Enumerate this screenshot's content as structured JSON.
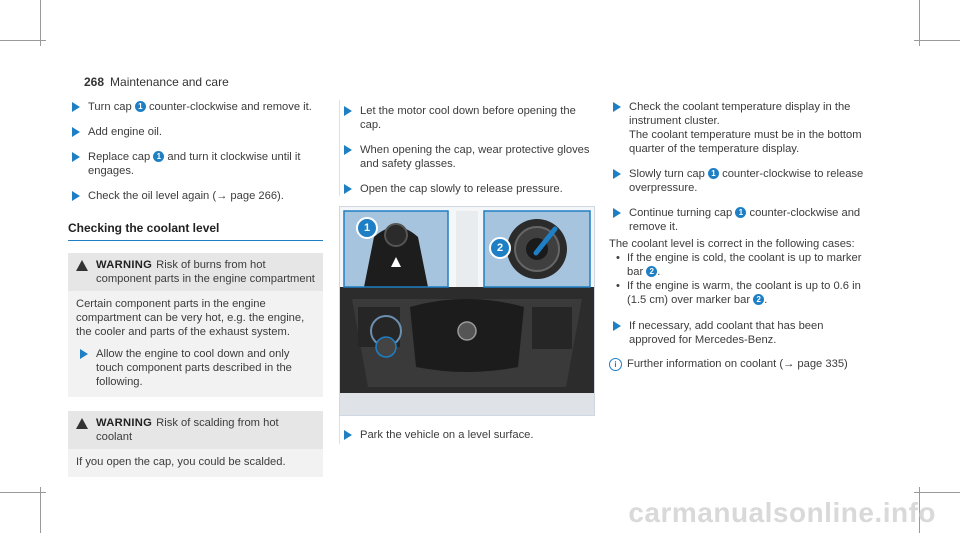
{
  "header": {
    "page_number": "268",
    "section": "Maintenance and care"
  },
  "col1": {
    "steps": [
      {
        "before": "Turn cap",
        "marker": "1",
        "after": "counter-clockwise and remove it."
      },
      {
        "text": "Add engine oil."
      },
      {
        "before": "Replace cap",
        "marker": "1",
        "after": "and turn it clockwise until it engages."
      },
      {
        "text": "Check the oil level again (→ page 266)."
      }
    ],
    "section_title": "Checking the coolant level",
    "warning1": {
      "label": "WARNING",
      "headline": "Risk of burns from hot component parts in the engine compartment",
      "body": "Certain component parts in the engine compartment can be very hot, e.g. the engine, the cooler and parts of the exhaust system.",
      "step": "Allow the engine to cool down and only touch component parts described in the following."
    },
    "warning2": {
      "label": "WARNING",
      "headline": "Risk of scalding from hot coolant",
      "body": "If you open the cap, you could be scalded."
    }
  },
  "col2": {
    "steps": [
      {
        "text": "Let the motor cool down before opening the cap."
      },
      {
        "text": "When opening the cap, wear protective gloves and safety glasses."
      },
      {
        "text": "Open the cap slowly to release pressure."
      }
    ],
    "figure": {
      "callout1": "1",
      "callout2": "2"
    },
    "after_step": "Park the vehicle on a level surface."
  },
  "col3": {
    "step1": "Check the coolant temperature display in the instrument cluster.",
    "step1_note": "The coolant temperature must be in the bottom quarter of the temperature display.",
    "step2": {
      "before": "Slowly turn cap",
      "marker": "1",
      "after": "counter-clockwise to release overpressure."
    },
    "step3": {
      "before": "Continue turning cap",
      "marker": "1",
      "after": "counter-clockwise and remove it."
    },
    "para": "The coolant level is correct in the following cases:",
    "bullets": [
      {
        "before": "If the engine is cold, the coolant is up to marker bar",
        "marker": "2",
        "after": "."
      },
      {
        "before": "If the engine is warm, the coolant is up to 0.6 in (1.5 cm) over marker bar",
        "marker": "2",
        "after": "."
      }
    ],
    "step4": "If necessary, add coolant that has been approved for Mercedes-Benz.",
    "info": "Further information on coolant (→ page 335)"
  },
  "colors": {
    "accent": "#1e7fc4",
    "warning_bg": "#e6e6e6"
  },
  "icons": {
    "step": "step-arrow-icon",
    "warning": "warning-triangle-icon",
    "info": "info-icon"
  },
  "watermark": "carmanualsonline.info"
}
